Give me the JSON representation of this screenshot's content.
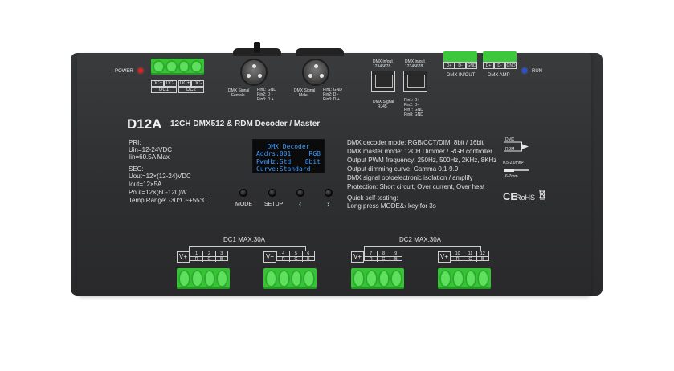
{
  "device": {
    "model": "D12A",
    "subtitle": "12CH DMX512 & RDM Decoder / Master",
    "power_label": "POWER",
    "run_label": "RUN",
    "dc_input": {
      "pins": [
        "DC+",
        "DC-",
        "DC+",
        "DC-"
      ],
      "groups": [
        "DC1",
        "DC2"
      ]
    },
    "xlr_female": {
      "label_line1": "DMX Signal",
      "label_line2": "Female"
    },
    "xlr_male": {
      "label_line1": "DMX Signal",
      "label_line2": "Male"
    },
    "xlr_pins": [
      "Pin1: GND",
      "Pin2: D -",
      "Pin3: D +"
    ],
    "rj45": {
      "port_label": "DMX in/out",
      "pin_numbers": "12345678",
      "signal_label_line1": "DMX Signal",
      "signal_label_line2": "RJ45",
      "pins": [
        "Pin1: D+",
        "Pin2: D-",
        "Pin7: GND",
        "Pin8: GND"
      ]
    },
    "dmx_inout_terminal": {
      "pins": [
        "D+",
        "D-",
        "GND"
      ],
      "label": "DMX IN/OUT"
    },
    "dmx_amp_terminal": {
      "pins": [
        "D+",
        "D-",
        "GND"
      ],
      "label": "DMX AMP"
    },
    "specs": {
      "pri_heading": "PRI:",
      "uin": "Uin=12-24VDC",
      "iin": "Iin=60.5A Max",
      "sec_heading": "SEC:",
      "uout": "Uout=12×(12-24)VDC",
      "iout": "Iout=12×5A",
      "pout": "Pout=12×(60-120)W",
      "temp": "Temp Range: -30℃~+55℃"
    },
    "oled": {
      "line1": "DMX Decoder",
      "line2_left": "Addrs:001",
      "line2_right": "RGB",
      "line3_left": "PwmHz:Std",
      "line3_right": "8bit",
      "line4": "Curve:Standard"
    },
    "buttons": [
      {
        "label": "MODE"
      },
      {
        "label": "SETUP"
      },
      {
        "label": "‹"
      },
      {
        "label": "›"
      }
    ],
    "features": [
      "DMX decoder mode: RGB/CCT/DIM, 8bit / 16bit",
      "DMX master mode: 12CH Dimmer / RGB controller",
      "Output PWM frequency: 250Hz, 500Hz, 2KHz, 8KHz",
      "Output dimming curve: Gamma 0.1-9.9",
      "DMX signal optoelectronic isolation / amplify",
      "Protection: Short circuit, Over current, Over heat"
    ],
    "self_test": {
      "line1": "Quick self-testing:",
      "line2": "Long press MODE&› key for 3s"
    },
    "dmx_icon_top": "DMX",
    "dmx_icon_bottom": "RDM",
    "wire_spec_line1": "0.5-2.0mm²",
    "wire_spec_line2": "6-7mm",
    "certs": {
      "ce": "CE",
      "rohs": "RoHS"
    },
    "outputs": {
      "dc1_label": "DC1  MAX.30A",
      "dc2_label": "DC2  MAX.30A",
      "vplus": "V+",
      "groups": [
        {
          "nums": [
            "1",
            "2",
            "3"
          ],
          "colors": [
            "R",
            "G",
            "B"
          ]
        },
        {
          "nums": [
            "4",
            "5",
            "6"
          ],
          "colors": [
            "R",
            "G",
            "B"
          ]
        },
        {
          "nums": [
            "7",
            "8",
            "9"
          ],
          "colors": [
            "R",
            "G",
            "B"
          ]
        },
        {
          "nums": [
            "10",
            "11",
            "12"
          ],
          "colors": [
            "R",
            "G",
            "B"
          ]
        }
      ]
    },
    "colors": {
      "body": "#2e2f31",
      "terminal_green": "#36c436",
      "oled_text": "#3f9bff",
      "power_led": "#e02020",
      "run_led": "#2a4fd6"
    }
  }
}
